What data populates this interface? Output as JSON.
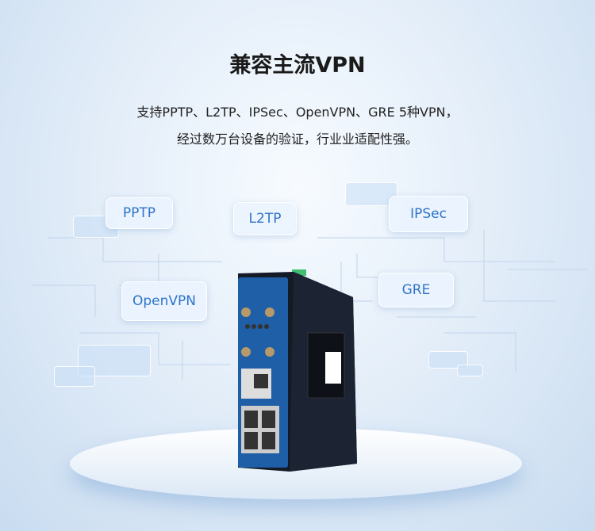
{
  "heading": "兼容主流VPN",
  "description": [
    "支持PPTP、L2TP、IPSec、OpenVPN、GRE 5种VPN，",
    "经过数万台设备的验证，行业业适配性强。"
  ],
  "protocols": [
    "PPTP",
    "L2TP",
    "IPSec",
    "OpenVPN",
    "GRE"
  ],
  "colors": {
    "accent": "#2f74c9",
    "device_panel": "#1f5fa8",
    "device_body": "#141a26"
  }
}
